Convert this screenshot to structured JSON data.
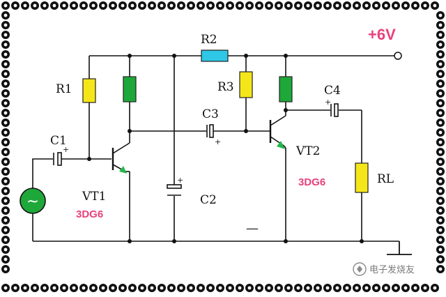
{
  "diagram": {
    "supply_label": "+6V",
    "labels": {
      "R1": "R1",
      "R2": "R2",
      "R3": "R3",
      "C1": "C1",
      "C2": "C2",
      "C3": "C3",
      "C4": "C4",
      "RL": "RL",
      "VT1": "VT1",
      "VT2": "VT2"
    },
    "models": {
      "VT1": "3DG6",
      "VT2": "3DG6"
    },
    "source_symbol": "~",
    "polarity_plus": "+",
    "minus_mark": "—",
    "watermark": "电子发烧友",
    "colors": {
      "wire": "#111111",
      "resistor_yellow": "#f5e61a",
      "resistor_green": "#1fa83a",
      "resistor_cyan": "#2ec7e6",
      "source_green": "#1fa83a",
      "emitter_arrow": "#22b84a",
      "label_pink": "#e8407c",
      "border": "#111111"
    },
    "icons": [
      "ac-source-icon",
      "ground-icon",
      "terminal-icon",
      "watermark-logo-icon"
    ]
  }
}
